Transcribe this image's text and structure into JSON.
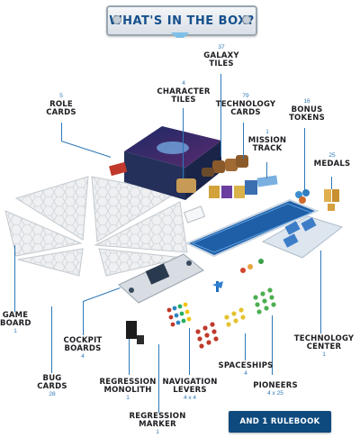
{
  "banner": {
    "title": "WHAT'S IN THE BOX?"
  },
  "labels": {
    "galaxy_tiles": {
      "qty": "37",
      "name_1": "GALAXY",
      "name_2": "TILES"
    },
    "character_tiles": {
      "qty": "4",
      "name_1": "CHARACTER",
      "name_2": "TILES"
    },
    "role_cards": {
      "qty": "5",
      "name_1": "ROLE",
      "name_2": "CARDS"
    },
    "technology_cards": {
      "qty": "79",
      "name_1": "TECHNOLOGY",
      "name_2": "CARDS"
    },
    "bonus_tokens": {
      "qty": "16",
      "name_1": "BONUS",
      "name_2": "TOKENS"
    },
    "mission_track": {
      "qty": "1",
      "name_1": "MISSION",
      "name_2": "TRACK"
    },
    "medals": {
      "qty": "25",
      "name_1": "MEDALS"
    },
    "game_board": {
      "name_1": "GAME",
      "name_2": "BOARD",
      "qty": "1"
    },
    "cockpit_boards": {
      "name_1": "COCKPIT",
      "name_2": "BOARDS",
      "qty": "4"
    },
    "technology_center": {
      "name_1": "TECHNOLOGY",
      "name_2": "CENTER",
      "qty": "1"
    },
    "bug_cards": {
      "name_1": "BUG",
      "name_2": "CARDS",
      "qty": "28"
    },
    "regression_monolith": {
      "name_1": "REGRESSION",
      "name_2": "MONOLITH",
      "qty": "1"
    },
    "navigation_levers": {
      "name_1": "NAVIGATION",
      "name_2": "LEVERS",
      "qty": "4 x 4"
    },
    "spaceships": {
      "name_1": "SPACESHIPS",
      "qty": "4"
    },
    "pioneers": {
      "name_1": "PIONEERS",
      "qty": "4 x 25"
    },
    "regression_marker": {
      "name_1": "REGRESSION",
      "name_2": "MARKER",
      "qty": "1"
    }
  },
  "footer": {
    "rulebook_label": "AND 1 RULEBOOK"
  },
  "colors": {
    "accent": "#2d78b8",
    "button": "#0e4a7e",
    "title": "#16508c"
  }
}
